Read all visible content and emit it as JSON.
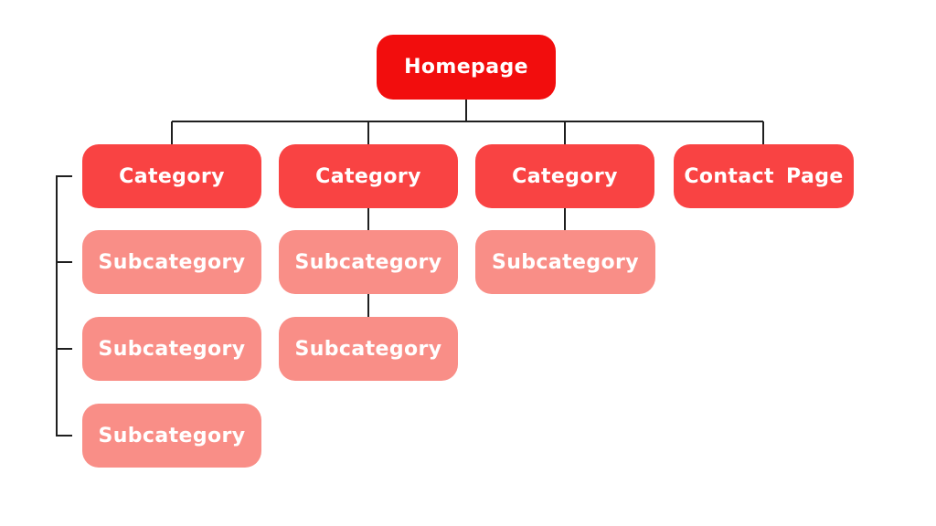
{
  "colors": {
    "page-bg": "#ffffff",
    "homepage": "#f20d0d",
    "category": "#f94343",
    "subcategory": "#f98e87",
    "connector": "#1f1f1f",
    "label-text": "#ffffff"
  },
  "sitemap": {
    "root": {
      "label": "Homepage"
    },
    "columns": [
      {
        "category": {
          "label": "Category"
        },
        "subcategories": [
          {
            "label": "Subcategory"
          },
          {
            "label": "Subcategory"
          },
          {
            "label": "Subcategory"
          }
        ]
      },
      {
        "category": {
          "label": "Category"
        },
        "subcategories": [
          {
            "label": "Subcategory"
          },
          {
            "label": "Subcategory"
          }
        ]
      },
      {
        "category": {
          "label": "Category"
        },
        "subcategories": [
          {
            "label": "Subcategory"
          }
        ]
      },
      {
        "category": {
          "label": "Contact Page"
        },
        "subcategories": []
      }
    ]
  }
}
